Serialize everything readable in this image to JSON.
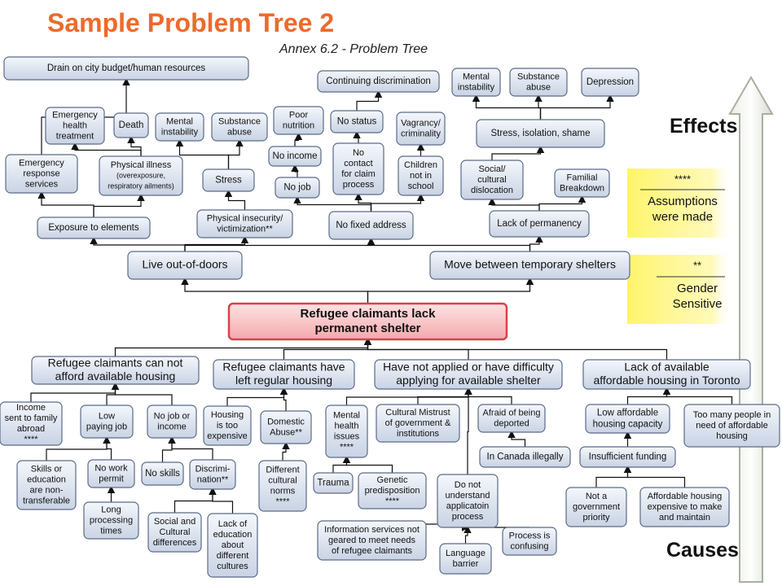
{
  "title": "Sample Problem Tree 2",
  "subtitle": "Annex 6.2 - Problem Tree",
  "side_labels": {
    "effects": "Effects",
    "causes": "Causes"
  },
  "legend": [
    {
      "mark": "****",
      "text": [
        "Assumptions",
        "were made"
      ]
    },
    {
      "mark": "**",
      "text": [
        "Gender",
        "Sensitive"
      ]
    }
  ],
  "colors": {
    "title": "#ee6a2a",
    "core_fill": "#f9c6c8",
    "core_stroke": "#d9424a",
    "box_fill": "#dde4f0",
    "box_stroke": "#5b6b86",
    "legend_fill": "#fff35a"
  },
  "core_problem": {
    "id": "core",
    "lines": [
      "Refugee claimants lack",
      "permanent shelter"
    ]
  },
  "nodes": [
    {
      "id": "drain",
      "lines": [
        "Drain on city budget/human resources"
      ]
    },
    {
      "id": "emerg_treat",
      "lines": [
        "Emergency",
        "health",
        "treatment"
      ]
    },
    {
      "id": "death",
      "lines": [
        "Death"
      ]
    },
    {
      "id": "mental1",
      "lines": [
        "Mental",
        "instability"
      ]
    },
    {
      "id": "subst1",
      "lines": [
        "Substance",
        "abuse"
      ]
    },
    {
      "id": "emerg_resp",
      "lines": [
        "Emergency",
        "response",
        "services"
      ]
    },
    {
      "id": "phys_ill",
      "lines": [
        "Physical illness",
        "(overexposure,",
        "respiratory ailments)"
      ]
    },
    {
      "id": "stress1",
      "lines": [
        "Stress"
      ]
    },
    {
      "id": "exposure",
      "lines": [
        "Exposure to elements"
      ]
    },
    {
      "id": "phys_insec",
      "lines": [
        "Physical insecurity/",
        "victimization**"
      ]
    },
    {
      "id": "live_out",
      "lines": [
        "Live out-of-doors"
      ]
    },
    {
      "id": "cont_disc",
      "lines": [
        "Continuing discrimination"
      ]
    },
    {
      "id": "poor_nut",
      "lines": [
        "Poor",
        "nutrition"
      ]
    },
    {
      "id": "no_income",
      "lines": [
        "No income"
      ]
    },
    {
      "id": "no_job",
      "lines": [
        "No job"
      ]
    },
    {
      "id": "no_status",
      "lines": [
        "No status"
      ]
    },
    {
      "id": "no_contact",
      "lines": [
        "No",
        "contact",
        "for claim",
        "process"
      ]
    },
    {
      "id": "vagrancy",
      "lines": [
        "Vagrancy/",
        "criminality"
      ]
    },
    {
      "id": "children",
      "lines": [
        "Children",
        "not in",
        "school"
      ]
    },
    {
      "id": "no_fixed",
      "lines": [
        "No fixed address"
      ]
    },
    {
      "id": "mental2",
      "lines": [
        "Mental",
        "instability"
      ]
    },
    {
      "id": "subst2",
      "lines": [
        "Substance",
        "abuse"
      ]
    },
    {
      "id": "depression",
      "lines": [
        "Depression"
      ]
    },
    {
      "id": "stress2",
      "lines": [
        "Stress, isolation, shame"
      ]
    },
    {
      "id": "social_disl",
      "lines": [
        "Social/",
        "cultural",
        "dislocation"
      ]
    },
    {
      "id": "familial",
      "lines": [
        "Familial",
        "Breakdown"
      ]
    },
    {
      "id": "lack_perm",
      "lines": [
        "Lack of permanency"
      ]
    },
    {
      "id": "move_between",
      "lines": [
        "Move between temporary shelters"
      ]
    },
    {
      "id": "cant_afford",
      "lines": [
        "Refugee claimants can not",
        "afford available housing"
      ]
    },
    {
      "id": "left_regular",
      "lines": [
        "Refugee claimants have",
        "left regular housing"
      ]
    },
    {
      "id": "not_applied",
      "lines": [
        "Have not applied or have difficulty",
        "applying for available shelter"
      ]
    },
    {
      "id": "lack_avail",
      "lines": [
        "Lack of available",
        "affordable housing in Toronto"
      ]
    },
    {
      "id": "income_sent",
      "lines": [
        "Income",
        "sent to family",
        "abroad",
        "****"
      ]
    },
    {
      "id": "low_pay",
      "lines": [
        "Low",
        "paying job"
      ]
    },
    {
      "id": "no_job_inc",
      "lines": [
        "No job or",
        "income"
      ]
    },
    {
      "id": "housing_exp",
      "lines": [
        "Housing",
        "is too",
        "expensive"
      ]
    },
    {
      "id": "domestic",
      "lines": [
        "Domestic",
        "Abuse**"
      ]
    },
    {
      "id": "mental3",
      "lines": [
        "Mental",
        "health",
        "issues",
        "****"
      ]
    },
    {
      "id": "cult_mistrust",
      "lines": [
        "Cultural Mistrust",
        "of government &",
        "institutions"
      ]
    },
    {
      "id": "afraid",
      "lines": [
        "Afraid of being",
        "deported"
      ]
    },
    {
      "id": "low_afford",
      "lines": [
        "Low affordable",
        "housing capacity"
      ]
    },
    {
      "id": "too_many",
      "lines": [
        "Too many people in",
        "need of affordable",
        "housing"
      ]
    },
    {
      "id": "skills",
      "lines": [
        "Skills or",
        "education",
        "are non-",
        "transferable"
      ]
    },
    {
      "id": "no_work",
      "lines": [
        "No work",
        "permit"
      ]
    },
    {
      "id": "no_skills",
      "lines": [
        "No skills"
      ]
    },
    {
      "id": "discrim",
      "lines": [
        "Discrimi-",
        "nation**"
      ]
    },
    {
      "id": "long_proc",
      "lines": [
        "Long",
        "processing",
        "times"
      ]
    },
    {
      "id": "social_cult",
      "lines": [
        "Social and",
        "Cultural",
        "differences"
      ]
    },
    {
      "id": "lack_edu",
      "lines": [
        "Lack of",
        "education",
        "about",
        "different",
        "cultures"
      ]
    },
    {
      "id": "diff_norms",
      "lines": [
        "Different",
        "cultural",
        "norms",
        "****"
      ]
    },
    {
      "id": "trauma",
      "lines": [
        "Trauma"
      ]
    },
    {
      "id": "genetic",
      "lines": [
        "Genetic",
        "predisposition",
        "****"
      ]
    },
    {
      "id": "dont_under",
      "lines": [
        "Do not",
        "understand",
        "applicatoin",
        "process"
      ]
    },
    {
      "id": "in_canada",
      "lines": [
        "In Canada illegally"
      ]
    },
    {
      "id": "insuff_fund",
      "lines": [
        "Insufficient funding"
      ]
    },
    {
      "id": "not_priority",
      "lines": [
        "Not a",
        "government",
        "priority"
      ]
    },
    {
      "id": "afford_exp",
      "lines": [
        "Affordable housing",
        "expensive to make",
        "and maintain"
      ]
    },
    {
      "id": "info_serv",
      "lines": [
        "Information services not",
        "geared to meet needs",
        "of refugee claimants"
      ]
    },
    {
      "id": "proc_conf",
      "lines": [
        "Process is",
        "confusing"
      ]
    },
    {
      "id": "lang",
      "lines": [
        "Language",
        "barrier"
      ]
    }
  ],
  "edges": [
    [
      "core",
      "live_out"
    ],
    [
      "core",
      "move_between"
    ],
    [
      "live_out",
      "exposure"
    ],
    [
      "live_out",
      "phys_insec"
    ],
    [
      "live_out",
      "no_fixed"
    ],
    [
      "exposure",
      "emerg_resp"
    ],
    [
      "exposure",
      "phys_ill"
    ],
    [
      "phys_ill",
      "emerg_treat"
    ],
    [
      "phys_ill",
      "death"
    ],
    [
      "phys_insec",
      "stress1"
    ],
    [
      "stress1",
      "mental1"
    ],
    [
      "stress1",
      "subst1"
    ],
    [
      "emerg_resp",
      "drain"
    ],
    [
      "no_fixed",
      "no_job"
    ],
    [
      "no_job",
      "no_income"
    ],
    [
      "no_income",
      "poor_nut"
    ],
    [
      "no_fixed",
      "no_contact"
    ],
    [
      "no_contact",
      "no_status"
    ],
    [
      "no_status",
      "cont_disc"
    ],
    [
      "no_fixed",
      "children"
    ],
    [
      "children",
      "vagrancy"
    ],
    [
      "move_between",
      "no_fixed"
    ],
    [
      "move_between",
      "lack_perm"
    ],
    [
      "lack_perm",
      "social_disl"
    ],
    [
      "lack_perm",
      "familial"
    ],
    [
      "social_disl",
      "stress2"
    ],
    [
      "stress2",
      "mental2"
    ],
    [
      "stress2",
      "subst2"
    ],
    [
      "stress2",
      "depression"
    ],
    [
      "cant_afford",
      "core"
    ],
    [
      "left_regular",
      "core"
    ],
    [
      "not_applied",
      "core"
    ],
    [
      "lack_avail",
      "core"
    ],
    [
      "income_sent",
      "cant_afford"
    ],
    [
      "low_pay",
      "cant_afford"
    ],
    [
      "no_job_inc",
      "cant_afford"
    ],
    [
      "housing_exp",
      "left_regular"
    ],
    [
      "domestic",
      "left_regular"
    ],
    [
      "mental3",
      "not_applied"
    ],
    [
      "cult_mistrust",
      "not_applied"
    ],
    [
      "afraid",
      "not_applied"
    ],
    [
      "dont_under",
      "not_applied"
    ],
    [
      "low_afford",
      "lack_avail"
    ],
    [
      "too_many",
      "lack_avail"
    ],
    [
      "skills",
      "low_pay"
    ],
    [
      "no_work",
      "low_pay"
    ],
    [
      "no_skills",
      "no_job_inc"
    ],
    [
      "discrim",
      "no_job_inc"
    ],
    [
      "long_proc",
      "no_work"
    ],
    [
      "social_cult",
      "discrim"
    ],
    [
      "lack_edu",
      "discrim"
    ],
    [
      "diff_norms",
      "domestic"
    ],
    [
      "trauma",
      "mental3"
    ],
    [
      "genetic",
      "mental3"
    ],
    [
      "in_canada",
      "afraid"
    ],
    [
      "insuff_fund",
      "low_afford"
    ],
    [
      "not_priority",
      "insuff_fund"
    ],
    [
      "afford_exp",
      "insuff_fund"
    ],
    [
      "info_serv",
      "dont_under"
    ],
    [
      "proc_conf",
      "dont_under"
    ],
    [
      "lang",
      "dont_under"
    ]
  ]
}
